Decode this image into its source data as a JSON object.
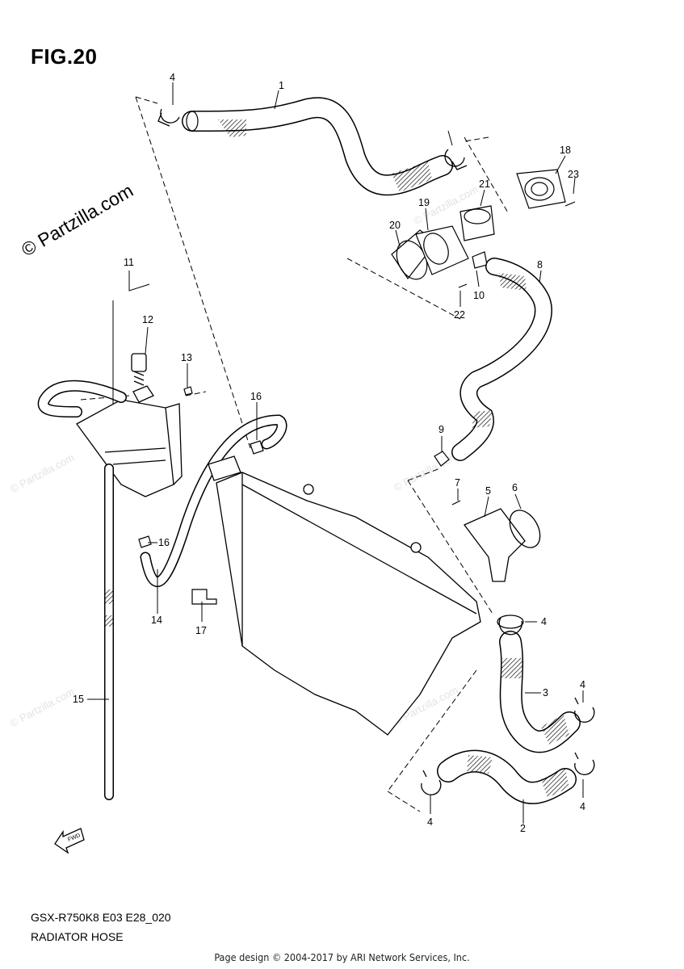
{
  "figure": {
    "title": "FIG.20",
    "model_code": "GSX-R750K8 E03 E28_020",
    "subtitle": "RADIATOR HOSE",
    "fwd_label": "FWD"
  },
  "watermark": {
    "copyright": "© Partzilla.com",
    "faint": "© Partzilla.com"
  },
  "footer": "Page design © 2004-2017 by ARI Network Services, Inc.",
  "callouts": [
    "1",
    "2",
    "3",
    "4",
    "4",
    "4",
    "4",
    "4",
    "5",
    "6",
    "7",
    "8",
    "9",
    "10",
    "11",
    "12",
    "13",
    "14",
    "15",
    "16",
    "16",
    "17",
    "18",
    "19",
    "20",
    "21",
    "22",
    "23"
  ]
}
